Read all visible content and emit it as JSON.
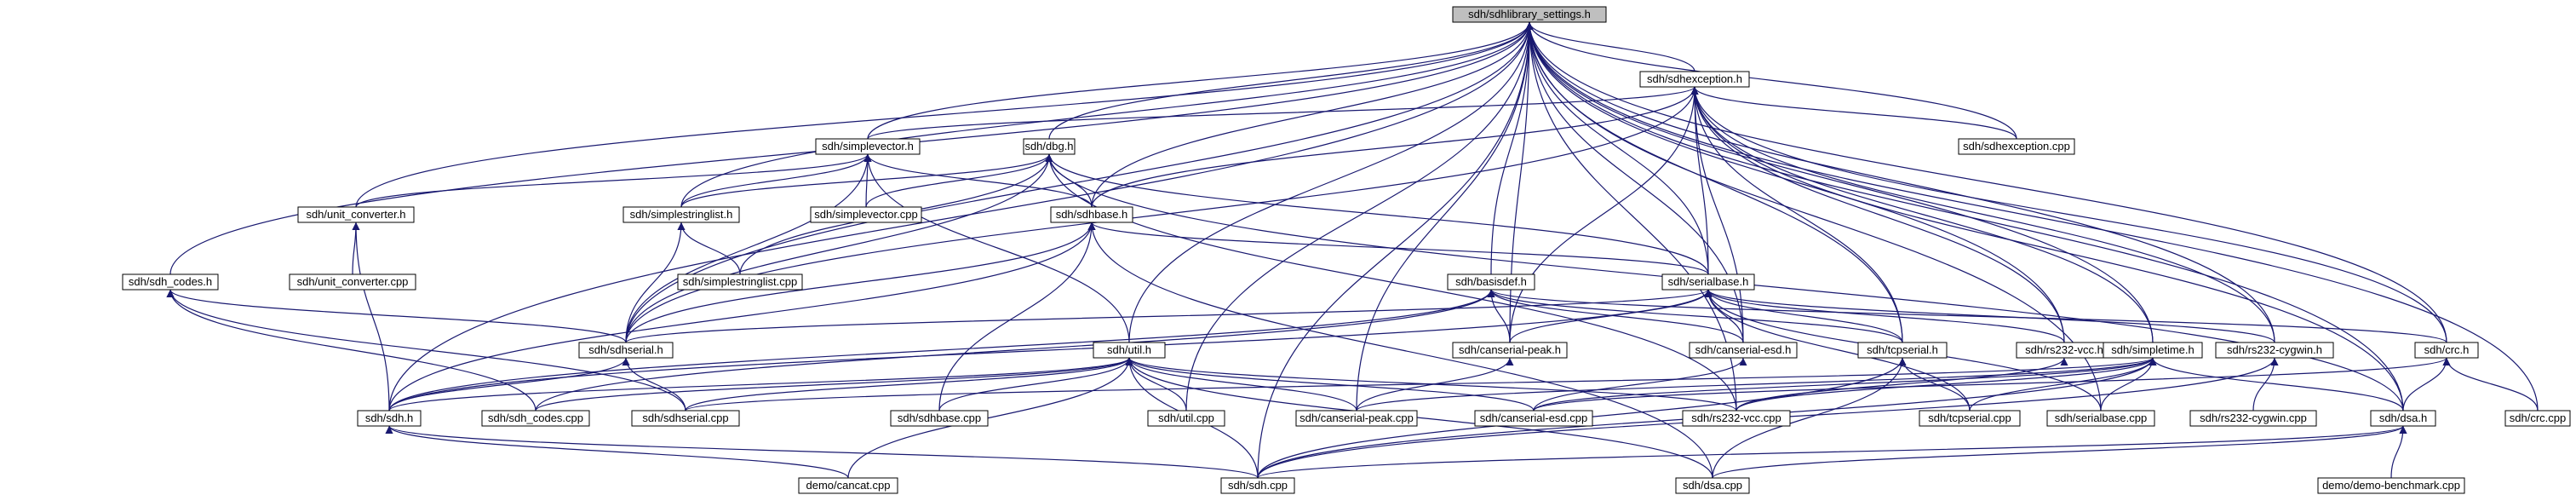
{
  "colors": {
    "edge": "#191970",
    "root_fill": "#bfbfbf",
    "node_fill": "#ffffff",
    "node_stroke": "#000000"
  },
  "nodes": [
    {
      "id": "settings",
      "label": "sdh/sdhlibrary_settings.h",
      "root": true
    },
    {
      "id": "sdhexception_h",
      "label": "sdh/sdhexception.h"
    },
    {
      "id": "simplevector_h",
      "label": "sdh/simplevector.h"
    },
    {
      "id": "dbg_h",
      "label": "sdh/dbg.h"
    },
    {
      "id": "sdhexception_cpp",
      "label": "sdh/sdhexception.cpp"
    },
    {
      "id": "unit_converter_h",
      "label": "sdh/unit_converter.h"
    },
    {
      "id": "simplestringlist_h",
      "label": "sdh/simplestringlist.h"
    },
    {
      "id": "simplevector_cpp",
      "label": "sdh/simplevector.cpp"
    },
    {
      "id": "sdhbase_h",
      "label": "sdh/sdhbase.h"
    },
    {
      "id": "unit_converter_cpp",
      "label": "sdh/unit_converter.cpp"
    },
    {
      "id": "simplestringlist_cpp",
      "label": "sdh/simplestringlist.cpp"
    },
    {
      "id": "basisdef_h",
      "label": "sdh/basisdef.h"
    },
    {
      "id": "serialbase_h",
      "label": "sdh/serialbase.h"
    },
    {
      "id": "sdh_codes_h",
      "label": "sdh/sdh_codes.h"
    },
    {
      "id": "sdhserial_h",
      "label": "sdh/sdhserial.h"
    },
    {
      "id": "canserial_peak_h",
      "label": "sdh/canserial-peak.h"
    },
    {
      "id": "canserial_esd_h",
      "label": "sdh/canserial-esd.h"
    },
    {
      "id": "tcpserial_h",
      "label": "sdh/tcpserial.h"
    },
    {
      "id": "rs232_vcc_h",
      "label": "sdh/rs232-vcc.h"
    },
    {
      "id": "simpletime_h",
      "label": "sdh/simpletime.h"
    },
    {
      "id": "rs232_cygwin_h",
      "label": "sdh/rs232-cygwin.h"
    },
    {
      "id": "crc_h",
      "label": "sdh/crc.h"
    },
    {
      "id": "util_h",
      "label": "sdh/util.h"
    },
    {
      "id": "sdh_h",
      "label": "sdh/sdh.h"
    },
    {
      "id": "sdh_codes_cpp",
      "label": "sdh/sdh_codes.cpp"
    },
    {
      "id": "sdhserial_cpp",
      "label": "sdh/sdhserial.cpp"
    },
    {
      "id": "sdhbase_cpp",
      "label": "sdh/sdhbase.cpp"
    },
    {
      "id": "util_cpp",
      "label": "sdh/util.cpp"
    },
    {
      "id": "canserial_peak_cpp",
      "label": "sdh/canserial-peak.cpp"
    },
    {
      "id": "canserial_esd_cpp",
      "label": "sdh/canserial-esd.cpp"
    },
    {
      "id": "rs232_vcc_cpp",
      "label": "sdh/rs232-vcc.cpp"
    },
    {
      "id": "tcpserial_cpp",
      "label": "sdh/tcpserial.cpp"
    },
    {
      "id": "serialbase_cpp",
      "label": "sdh/serialbase.cpp"
    },
    {
      "id": "rs232_cygwin_cpp",
      "label": "sdh/rs232-cygwin.cpp"
    },
    {
      "id": "dsa_h",
      "label": "sdh/dsa.h"
    },
    {
      "id": "crc_cpp",
      "label": "sdh/crc.cpp"
    },
    {
      "id": "cancat_cpp",
      "label": "demo/cancat.cpp"
    },
    {
      "id": "sdh_cpp",
      "label": "sdh/sdh.cpp"
    },
    {
      "id": "dsa_cpp",
      "label": "sdh/dsa.cpp"
    },
    {
      "id": "demo_benchmark_cpp",
      "label": "demo/demo-benchmark.cpp"
    }
  ],
  "edges": [
    [
      "sdhexception_h",
      "settings"
    ],
    [
      "simplevector_h",
      "settings"
    ],
    [
      "dbg_h",
      "settings"
    ],
    [
      "sdhexception_cpp",
      "settings"
    ],
    [
      "unit_converter_h",
      "settings"
    ],
    [
      "simplestringlist_h",
      "settings"
    ],
    [
      "sdhbase_h",
      "settings"
    ],
    [
      "basisdef_h",
      "settings"
    ],
    [
      "serialbase_h",
      "settings"
    ],
    [
      "sdh_codes_h",
      "settings"
    ],
    [
      "sdhserial_h",
      "settings"
    ],
    [
      "canserial_peak_h",
      "settings"
    ],
    [
      "canserial_esd_h",
      "settings"
    ],
    [
      "tcpserial_h",
      "settings"
    ],
    [
      "rs232_vcc_h",
      "settings"
    ],
    [
      "simpletime_h",
      "settings"
    ],
    [
      "rs232_cygwin_h",
      "settings"
    ],
    [
      "crc_h",
      "settings"
    ],
    [
      "util_h",
      "settings"
    ],
    [
      "sdh_h",
      "settings"
    ],
    [
      "util_cpp",
      "settings"
    ],
    [
      "canserial_peak_cpp",
      "settings"
    ],
    [
      "rs232_vcc_cpp",
      "settings"
    ],
    [
      "serialbase_cpp",
      "settings"
    ],
    [
      "dsa_h",
      "settings"
    ],
    [
      "crc_cpp",
      "settings"
    ],
    [
      "sdh_cpp",
      "settings"
    ],
    [
      "sdhexception_cpp",
      "sdhexception_h"
    ],
    [
      "simplevector_h",
      "sdhexception_h"
    ],
    [
      "sdhbase_h",
      "sdhexception_h"
    ],
    [
      "sdhserial_h",
      "sdhexception_h"
    ],
    [
      "serialbase_h",
      "sdhexception_h"
    ],
    [
      "canserial_peak_h",
      "sdhexception_h"
    ],
    [
      "canserial_esd_h",
      "sdhexception_h"
    ],
    [
      "tcpserial_h",
      "sdhexception_h"
    ],
    [
      "rs232_vcc_h",
      "sdhexception_h"
    ],
    [
      "simpletime_h",
      "sdhexception_h"
    ],
    [
      "rs232_cygwin_h",
      "sdhexception_h"
    ],
    [
      "crc_h",
      "sdhexception_h"
    ],
    [
      "dsa_h",
      "sdhexception_h"
    ],
    [
      "unit_converter_h",
      "simplevector_h"
    ],
    [
      "simplestringlist_h",
      "simplevector_h"
    ],
    [
      "simplevector_cpp",
      "simplevector_h"
    ],
    [
      "sdhbase_h",
      "simplevector_h"
    ],
    [
      "sdhserial_h",
      "simplevector_h"
    ],
    [
      "util_h",
      "simplevector_h"
    ],
    [
      "simplestringlist_h",
      "dbg_h"
    ],
    [
      "simplevector_cpp",
      "dbg_h"
    ],
    [
      "sdhbase_h",
      "dbg_h"
    ],
    [
      "simplestringlist_cpp",
      "dbg_h"
    ],
    [
      "serialbase_h",
      "dbg_h"
    ],
    [
      "sdhserial_h",
      "dbg_h"
    ],
    [
      "rs232_vcc_cpp",
      "dbg_h"
    ],
    [
      "dsa_h",
      "dbg_h"
    ],
    [
      "unit_converter_cpp",
      "unit_converter_h"
    ],
    [
      "sdh_h",
      "unit_converter_h"
    ],
    [
      "simplestringlist_cpp",
      "simplestringlist_h"
    ],
    [
      "sdhserial_h",
      "simplestringlist_h"
    ],
    [
      "serialbase_h",
      "sdhbase_h"
    ],
    [
      "sdhserial_h",
      "sdhbase_h"
    ],
    [
      "sdh_h",
      "sdhbase_h"
    ],
    [
      "sdhbase_cpp",
      "sdhbase_h"
    ],
    [
      "dsa_cpp",
      "sdhbase_h"
    ],
    [
      "canserial_peak_h",
      "basisdef_h"
    ],
    [
      "canserial_esd_h",
      "basisdef_h"
    ],
    [
      "tcpserial_h",
      "basisdef_h"
    ],
    [
      "crc_h",
      "basisdef_h"
    ],
    [
      "sdh_codes_cpp",
      "basisdef_h"
    ],
    [
      "sdh_h",
      "basisdef_h"
    ],
    [
      "sdhserial_h",
      "serialbase_h"
    ],
    [
      "canserial_peak_h",
      "serialbase_h"
    ],
    [
      "canserial_esd_h",
      "serialbase_h"
    ],
    [
      "tcpserial_h",
      "serialbase_h"
    ],
    [
      "rs232_vcc_h",
      "serialbase_h"
    ],
    [
      "rs232_cygwin_h",
      "serialbase_h"
    ],
    [
      "serialbase_cpp",
      "serialbase_h"
    ],
    [
      "sdh_h",
      "serialbase_h"
    ],
    [
      "tcpserial_cpp",
      "serialbase_h"
    ],
    [
      "sdhserial_h",
      "sdh_codes_h"
    ],
    [
      "sdh_codes_cpp",
      "sdh_codes_h"
    ],
    [
      "sdhserial_cpp",
      "sdh_codes_h"
    ],
    [
      "sdh_h",
      "sdhserial_h"
    ],
    [
      "sdhserial_cpp",
      "sdhserial_h"
    ],
    [
      "canserial_peak_cpp",
      "canserial_peak_h"
    ],
    [
      "canserial_esd_cpp",
      "canserial_esd_h"
    ],
    [
      "tcpserial_cpp",
      "tcpserial_h"
    ],
    [
      "sdh_cpp",
      "tcpserial_h"
    ],
    [
      "dsa_cpp",
      "tcpserial_h"
    ],
    [
      "rs232_vcc_cpp",
      "rs232_vcc_h"
    ],
    [
      "rs232_cygwin_cpp",
      "rs232_cygwin_h"
    ],
    [
      "sdh_cpp",
      "rs232_cygwin_h"
    ],
    [
      "canserial_peak_cpp",
      "simpletime_h"
    ],
    [
      "canserial_esd_cpp",
      "simpletime_h"
    ],
    [
      "rs232_vcc_cpp",
      "simpletime_h"
    ],
    [
      "tcpserial_cpp",
      "simpletime_h"
    ],
    [
      "serialbase_cpp",
      "simpletime_h"
    ],
    [
      "dsa_h",
      "simpletime_h"
    ],
    [
      "sdh_cpp",
      "simpletime_h"
    ],
    [
      "sdhserial_cpp",
      "simpletime_h"
    ],
    [
      "dsa_h",
      "crc_h"
    ],
    [
      "crc_cpp",
      "crc_h"
    ],
    [
      "canserial_esd_cpp",
      "crc_h"
    ],
    [
      "sdh_h",
      "util_h"
    ],
    [
      "sdh_codes_cpp",
      "util_h"
    ],
    [
      "sdhserial_cpp",
      "util_h"
    ],
    [
      "sdhbase_cpp",
      "util_h"
    ],
    [
      "util_cpp",
      "util_h"
    ],
    [
      "canserial_peak_cpp",
      "util_h"
    ],
    [
      "canserial_esd_cpp",
      "util_h"
    ],
    [
      "rs232_vcc_cpp",
      "util_h"
    ],
    [
      "sdh_cpp",
      "util_h"
    ],
    [
      "dsa_cpp",
      "util_h"
    ],
    [
      "cancat_cpp",
      "util_h"
    ],
    [
      "cancat_cpp",
      "sdh_h"
    ],
    [
      "sdh_cpp",
      "sdh_h"
    ],
    [
      "dsa_cpp",
      "dsa_h"
    ],
    [
      "demo_benchmark_cpp",
      "dsa_h"
    ],
    [
      "sdh_cpp",
      "dsa_h"
    ]
  ]
}
